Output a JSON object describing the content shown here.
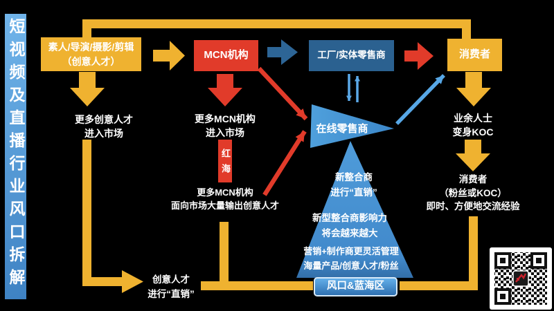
{
  "title_banner": "短视频及直播行业风口拆解",
  "nodes": {
    "talent": {
      "line1": "素人/导演/摄影/剪辑",
      "line2": "（创意人才）"
    },
    "mcn": "MCN机构",
    "factory": "工厂/实体零售商",
    "consumer": "消费者",
    "online_retailer": "在线零售商",
    "red_sea": "红海",
    "blue_ocean": "风口&蓝海区"
  },
  "labels": {
    "more_talent": {
      "line1": "更多创意人才",
      "line2": "进入市场"
    },
    "more_mcn": {
      "line1": "更多MCN机构",
      "line2": "进入市场"
    },
    "mcn_output": {
      "line1": "更多MCN机构",
      "line2": "面向市场大量输出创意人才"
    },
    "integrator": {
      "line1": "新整合商",
      "line2": "进行“直销”"
    },
    "influence": {
      "line1": "新型整合商影响力",
      "line2": "将会越来越大"
    },
    "management": {
      "line1": "营销+制作商更灵活管理",
      "line2": "海量产品/创意人才/粉丝"
    },
    "amateur": {
      "line1": "业余人士",
      "line2": "变身KOC"
    },
    "consumer_koc": {
      "line1": "消费者",
      "line2": "（粉丝或KOC）",
      "line3": "即时、方便地交流经验"
    },
    "direct_sale": {
      "line1": "创意人才",
      "line2": "进行“直销”"
    }
  },
  "colors": {
    "background": "#000000",
    "yellow": "#EFB230",
    "red": "#E13B2A",
    "dark_blue": "#2B6190",
    "light_blue": "#57A7E6",
    "sidebar_blue_top": "#70B4EA",
    "sidebar_blue_bottom": "#3E82C3"
  }
}
